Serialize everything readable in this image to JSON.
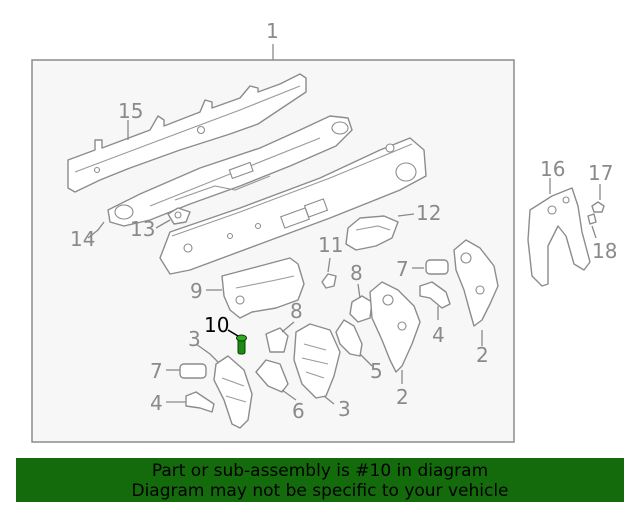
{
  "diagram": {
    "callouts": [
      {
        "id": "c1",
        "label": "1"
      },
      {
        "id": "c15",
        "label": "15"
      },
      {
        "id": "c14",
        "label": "14"
      },
      {
        "id": "c13",
        "label": "13"
      },
      {
        "id": "c12",
        "label": "12"
      },
      {
        "id": "c11",
        "label": "11"
      },
      {
        "id": "c9",
        "label": "9"
      },
      {
        "id": "c10",
        "label": "10",
        "highlighted": true
      },
      {
        "id": "c8a",
        "label": "8"
      },
      {
        "id": "c8b",
        "label": "8"
      },
      {
        "id": "c7a",
        "label": "7"
      },
      {
        "id": "c7b",
        "label": "7"
      },
      {
        "id": "c3a",
        "label": "3"
      },
      {
        "id": "c3b",
        "label": "3"
      },
      {
        "id": "c4a",
        "label": "4"
      },
      {
        "id": "c4b",
        "label": "4"
      },
      {
        "id": "c5",
        "label": "5"
      },
      {
        "id": "c6",
        "label": "6"
      },
      {
        "id": "c2a",
        "label": "2"
      },
      {
        "id": "c2b",
        "label": "2"
      },
      {
        "id": "c16",
        "label": "16"
      },
      {
        "id": "c17",
        "label": "17"
      },
      {
        "id": "c18",
        "label": "18"
      }
    ],
    "highlight_color": "#1f8a12"
  },
  "banner": {
    "line1": "Part or sub-assembly is #10 in diagram",
    "line2": "Diagram may not be specific to your vehicle",
    "background": "#146b0c"
  }
}
